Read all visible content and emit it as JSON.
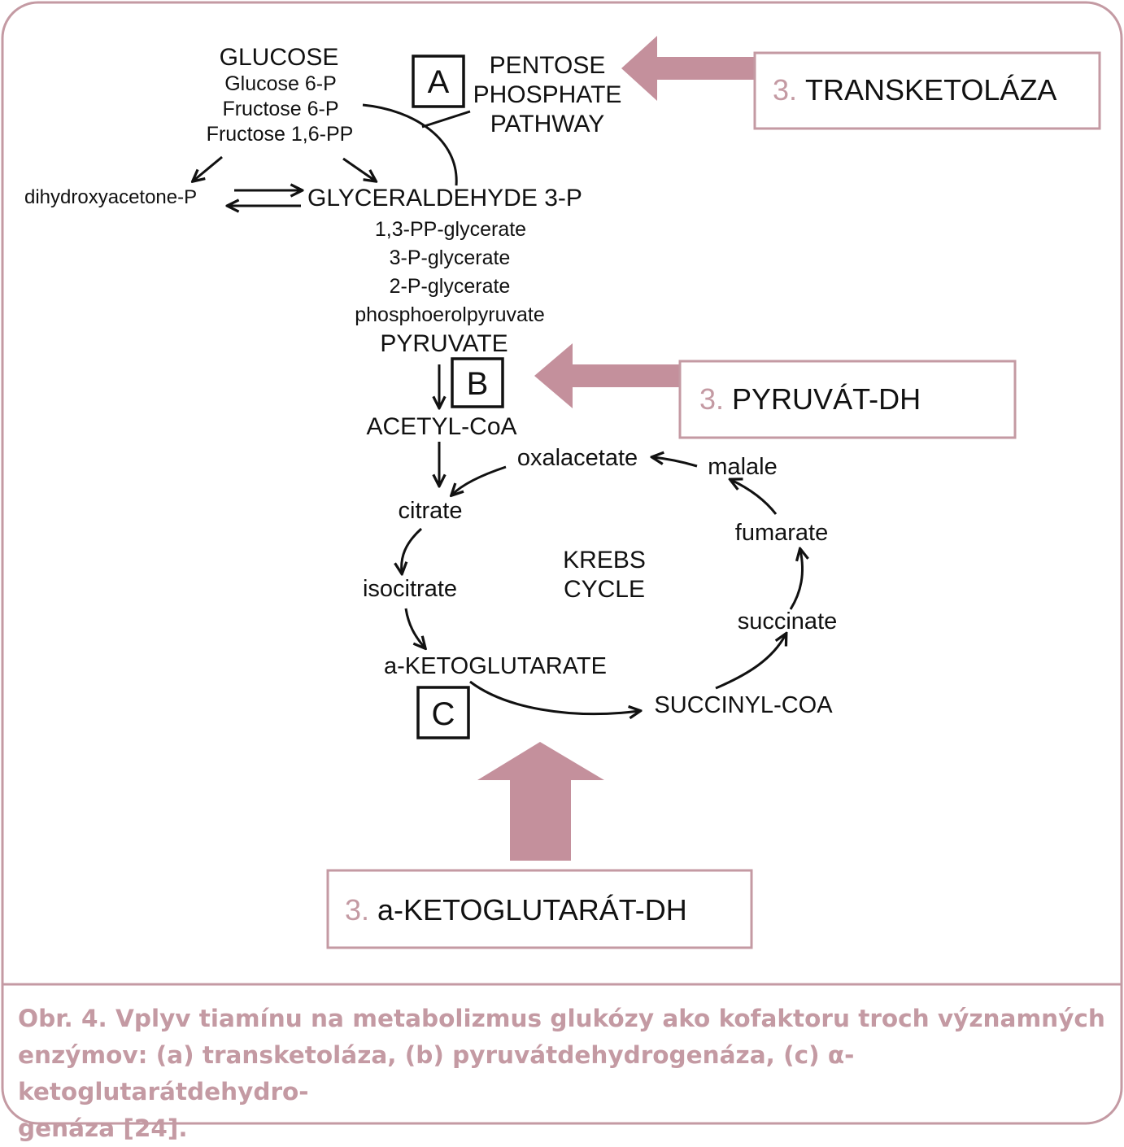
{
  "colors": {
    "accent": "#c4909c",
    "border": "#c49aa3",
    "caption_text": "#c49aa3",
    "ink": "#111111"
  },
  "glycolysis": {
    "glucose": "GLUCOSE",
    "glucose_6p": "Glucose 6-P",
    "fructose_6p": "Fructose 6-P",
    "fructose_16pp": "Fructose 1,6-PP",
    "dihydroxyacetone_p": "dihydroxyacetone-P",
    "glyceraldehyde_3p": "GLYCERALDEHYDE 3-P",
    "pp_glycerate_13": "1,3-PP-glycerate",
    "p_glycerate_3": "3-P-glycerate",
    "p_glycerate_2": "2-P-glycerate",
    "phosphoenolpyruvate": "phosphoerolpyruvate",
    "pyruvate": "PYRUVATE",
    "acetyl_coa": "ACETYL-CoA"
  },
  "pentose": {
    "line1": "PENTOSE",
    "line2": "PHOSPHATE",
    "line3": "PATHWAY"
  },
  "krebs": {
    "title_line1": "KREBS",
    "title_line2": "CYCLE",
    "citrate": "citrate",
    "isocitrate": "isocitrate",
    "a_ketoglutarate": "a-KETOGLUTARATE",
    "succinyl_coa": "SUCCINYL-COA",
    "succinate": "succinate",
    "fumarate": "fumarate",
    "malale": "malale",
    "oxalacetate": "oxalacetate"
  },
  "markers": {
    "a": "A",
    "b": "B",
    "c": "C"
  },
  "enzymes": [
    {
      "number": "3.",
      "name": "TRANSKETOLÁZA"
    },
    {
      "number": "3.",
      "name": "PYRUVÁT-DH"
    },
    {
      "number": "3.",
      "name": "a-KETOGLUTARÁT-DH"
    }
  ],
  "caption": {
    "line1": "Obr. 4. Vplyv tiamínu na metabolizmus glukózy ako kofaktoru troch významných",
    "line2": "enzýmov: (a) transketoláza, (b) pyruvátdehydrogenáza, (c) α-ketoglutarátdehydro-",
    "line3": "genáza [24]."
  }
}
